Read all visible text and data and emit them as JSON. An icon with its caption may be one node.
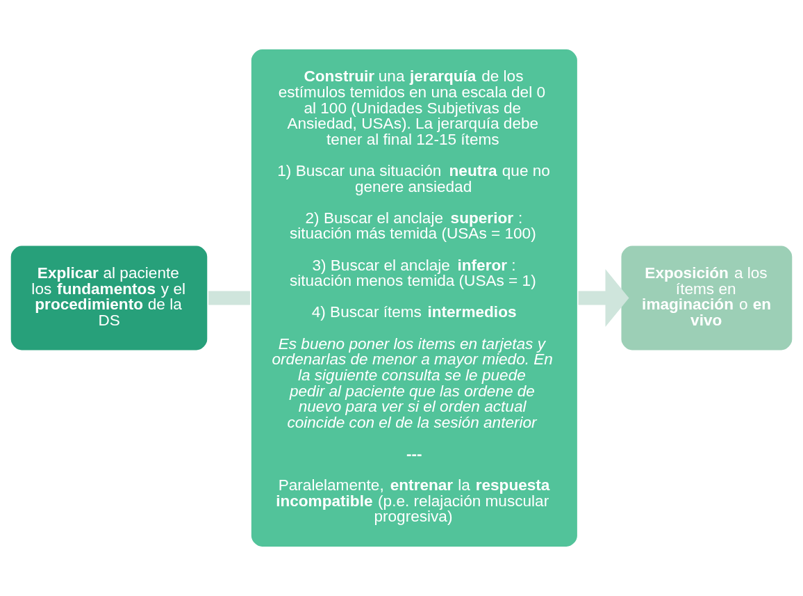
{
  "diagram": {
    "nodes": [
      {
        "text": [
          "**Explicar** al paciente los **fundamentos** y el **procedimiento** de la DS"
        ]
      },
      {
        "text": [
          "**Construir** una **jerarquía** de los estímulos temidos en una escala del 0 al 100 (Unidades Subjetivas de Ansiedad, USAs). La jerarquía debe tener al final 12-15 ítems",
          "1) Buscar una situación **neutra** que no genere ansiedad",
          "2)  Buscar el anclaje **superior**: situación más temida (USAs = 100)",
          "3) Buscar el anclaje **inferor**: situación menos temida (USAs = 1)",
          "4) Buscar ítems **intermedios**",
          "Es bueno poner los items en tarjetas y ordenarlas de menor a mayor miedo. En la siguiente consulta se le puede pedir al paciente que las ordene de nuevo para ver si el orden actual coincide con el de la sesión anterior",
          "---",
          "Paralelamente, **entrenar** la **respuesta incompatible** (p.e. relajación muscular progresiva)"
        ]
      },
      {
        "text": [
          "**Exposición** a los ítems en **imaginación** o **en vivo**"
        ]
      }
    ],
    "edges": [
      {
        "from": 0,
        "to": 1,
        "arrow": "none",
        "color": "#cfe5dc"
      },
      {
        "from": 1,
        "to": 2,
        "arrow": "to",
        "color": "#cfe5dc"
      }
    ]
  }
}
